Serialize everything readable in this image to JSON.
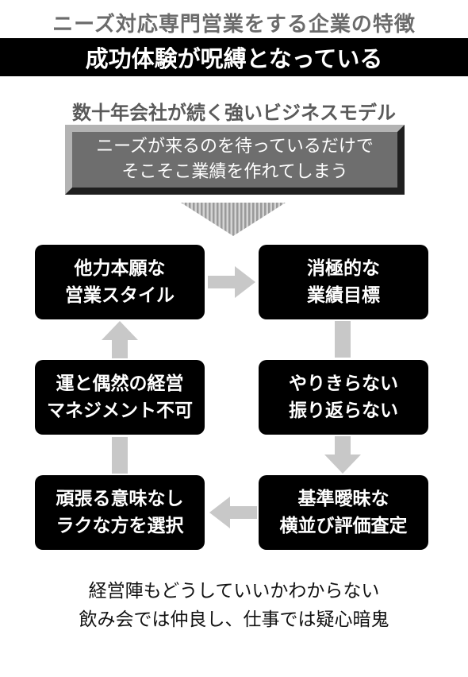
{
  "header": {
    "title": "ニーズ対応専門営業をする企業の特徴",
    "headline": "成功体験が呪縛となっている"
  },
  "subtitle": "数十年会社が続く強いビジネスモデル",
  "premise": {
    "line1": "ニーズが来るのを待っているだけで",
    "line2": "そこそこ業績を作れてしまう"
  },
  "cycle": [
    {
      "line1": "他力本願な",
      "line2": "営業スタイル"
    },
    {
      "line1": "消極的な",
      "line2": "業績目標"
    },
    {
      "line1": "やりきらない",
      "line2": "振り返らない"
    },
    {
      "line1": "運と偶然の経営",
      "line2": "マネジメント不可"
    },
    {
      "line1": "基準曖昧な",
      "line2": "横並び評価査定"
    },
    {
      "line1": "頑張る意味なし",
      "line2": "ラクな方を選択"
    }
  ],
  "footer": {
    "line1": "経営陣もどうしていいかわからない",
    "line2": "飲み会では仲良し、仕事では疑心暗鬼"
  },
  "colors": {
    "node_bg": "#000000",
    "arrow": "#c8c8c8",
    "premise_bg": "#6e6e6e",
    "title_gray": "#6b6b6b"
  }
}
